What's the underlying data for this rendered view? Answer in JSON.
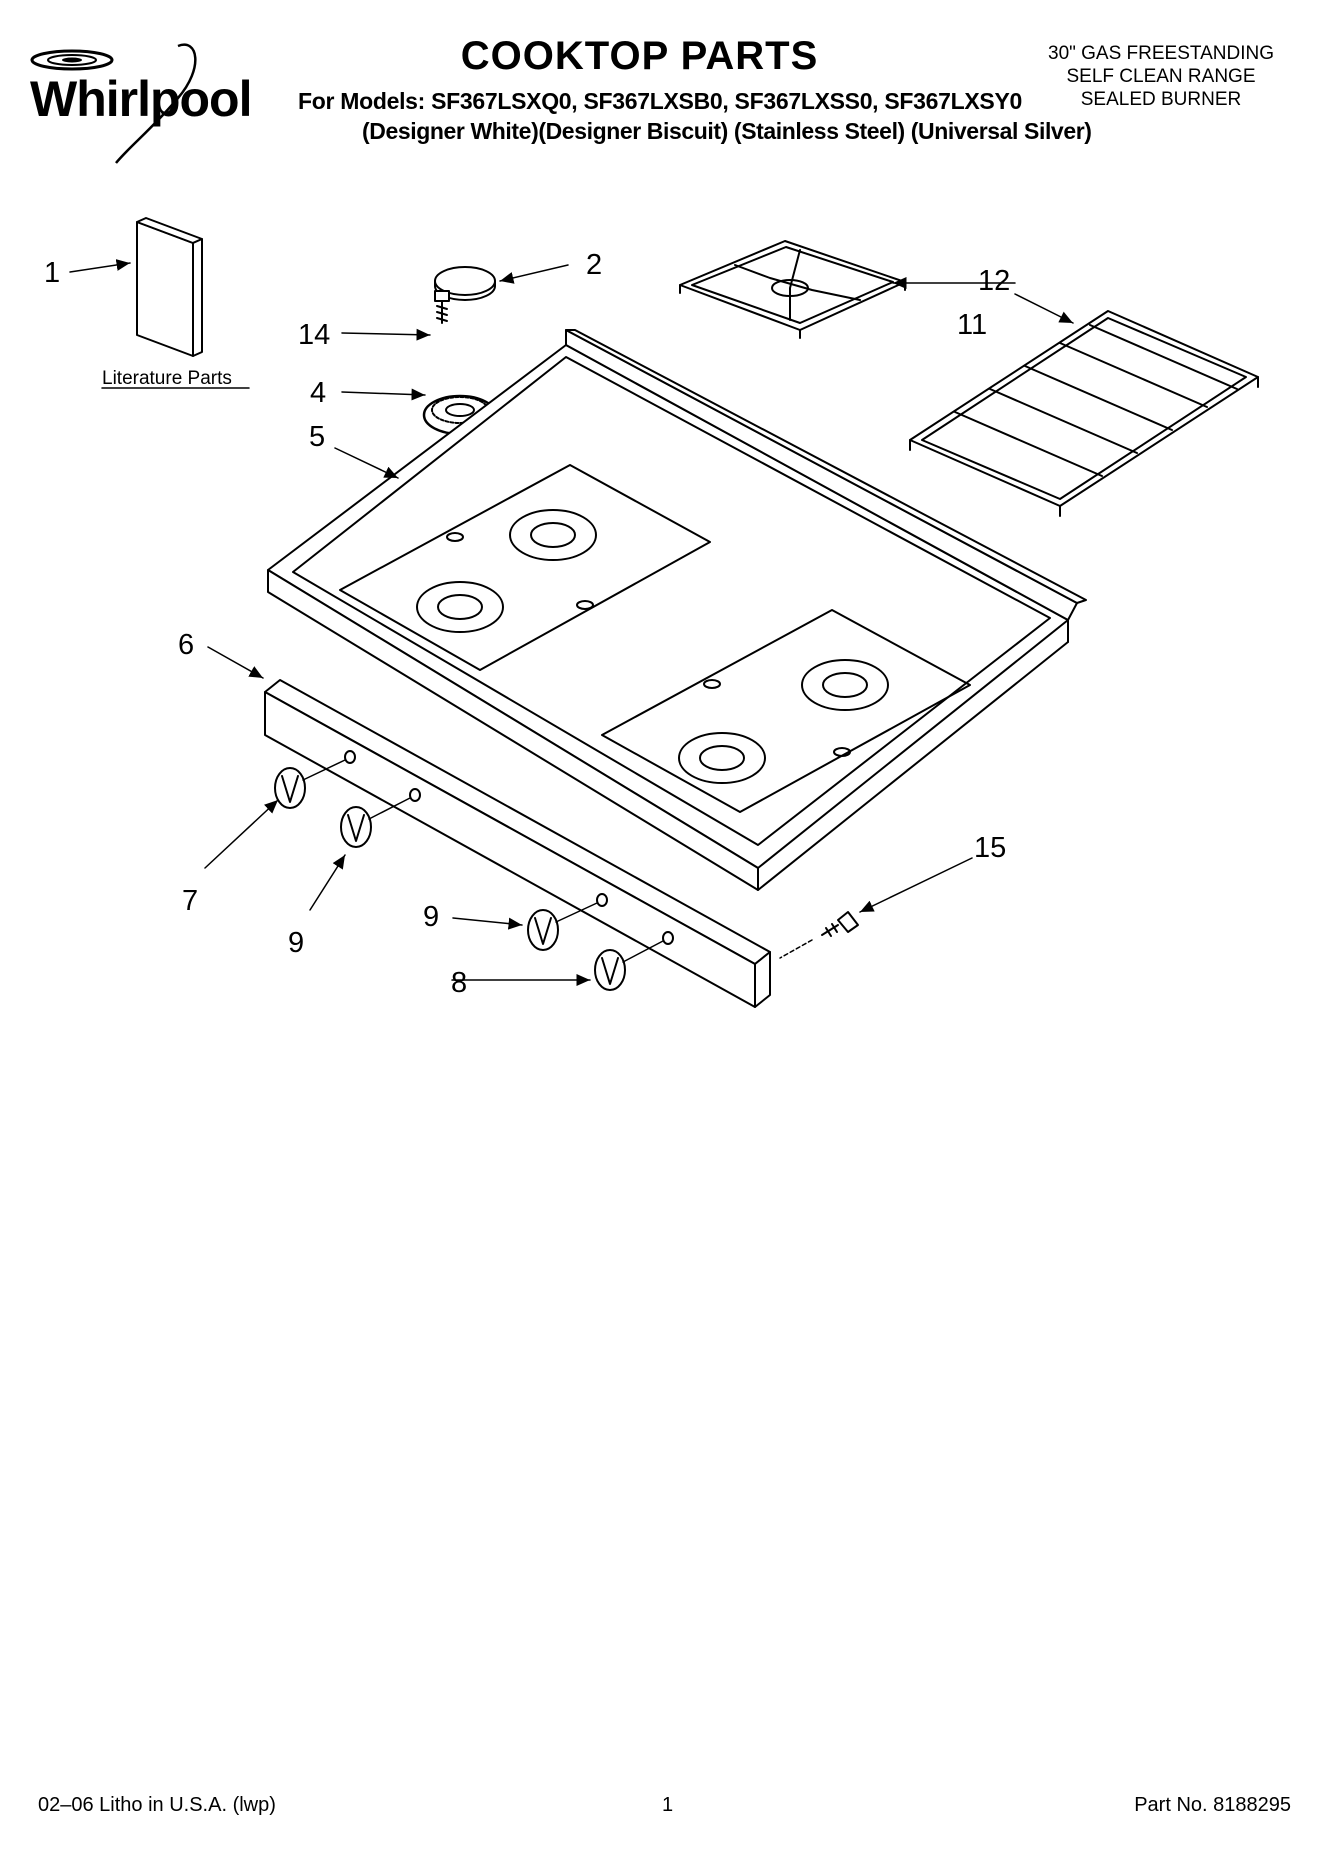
{
  "brand": "Whirlpool",
  "title": "COOKTOP PARTS",
  "models_line": "For Models: SF367LSXQ0, SF367LXSB0, SF367LXSS0, SF367LXSY0",
  "finishes_line": "(Designer White)(Designer Biscuit) (Stainless Steel) (Universal Silver)",
  "product_description": [
    "30\" GAS FREESTANDING",
    "SELF CLEAN RANGE",
    "SEALED BURNER"
  ],
  "literature_label": "Literature Parts",
  "callouts": [
    "1",
    "2",
    "14",
    "4",
    "5",
    "12",
    "11",
    "6",
    "7",
    "9",
    "9",
    "8",
    "15"
  ],
  "footer": {
    "left": "02–06 Litho in U.S.A. (lwp)",
    "center": "1",
    "right": "Part No. 8188295"
  }
}
